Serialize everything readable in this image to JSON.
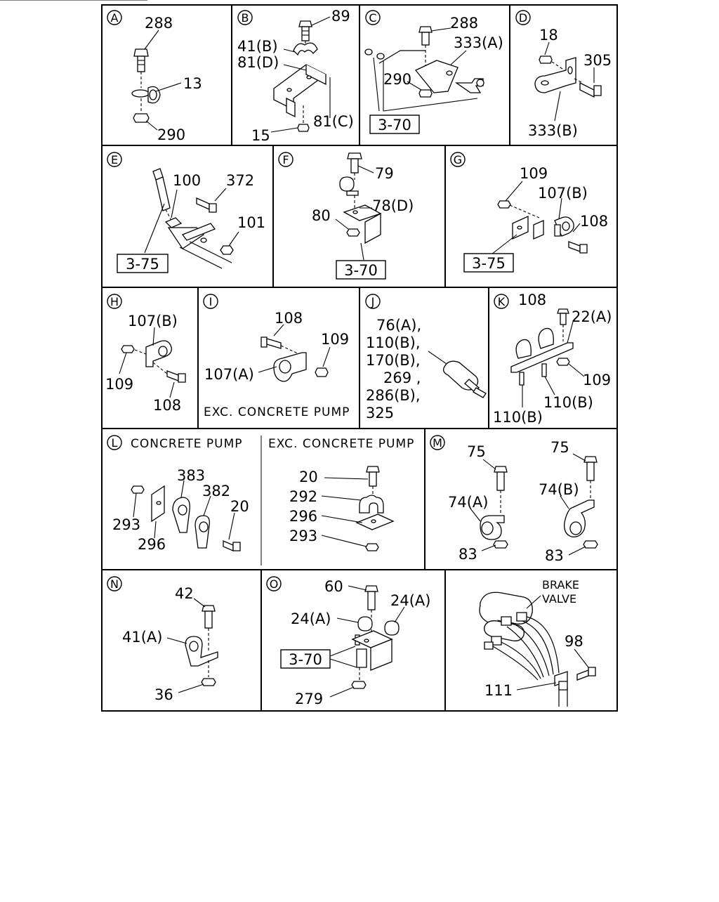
{
  "panels": {
    "A": {
      "letter": "A",
      "labels": [
        "288",
        "13",
        "290"
      ]
    },
    "B": {
      "letter": "B",
      "labels": [
        "89",
        "41(B)",
        "81(D)",
        "81(C)",
        "15"
      ]
    },
    "C": {
      "letter": "C",
      "labels": [
        "288",
        "333(A)",
        "290"
      ],
      "ref": "3-70"
    },
    "D": {
      "letter": "D",
      "labels": [
        "18",
        "305",
        "333(B)"
      ]
    },
    "E": {
      "letter": "E",
      "labels": [
        "100",
        "372",
        "101"
      ],
      "ref": "3-75"
    },
    "F": {
      "letter": "F",
      "labels": [
        "79",
        "78(D)",
        "80"
      ],
      "ref": "3-70"
    },
    "G": {
      "letter": "G",
      "labels": [
        "109",
        "107(B)",
        "108"
      ],
      "ref": "3-75"
    },
    "H": {
      "letter": "H",
      "labels": [
        "107(B)",
        "109",
        "108"
      ]
    },
    "I": {
      "letter": "I",
      "labels": [
        "108",
        "109",
        "107(A)"
      ],
      "note": "EXC. CONCRETE PUMP"
    },
    "J": {
      "letter": "J",
      "labels": [
        "76(A),",
        "110(B),",
        "170(B),",
        "269 ,",
        "286(B),",
        "325"
      ]
    },
    "K": {
      "letter": "K",
      "labels": [
        "108",
        "22(A)",
        "109",
        "110(B)",
        "110(B)"
      ]
    },
    "L": {
      "letter": "L",
      "note_left": "CONCRETE PUMP",
      "note_right": "EXC. CONCRETE PUMP",
      "labels_left": [
        "383",
        "382",
        "293",
        "20",
        "296"
      ],
      "labels_right": [
        "20",
        "292",
        "296",
        "293"
      ]
    },
    "M": {
      "letter": "M",
      "labels": [
        "75",
        "75",
        "74(A)",
        "74(B)",
        "83",
        "83"
      ]
    },
    "N": {
      "letter": "N",
      "labels": [
        "42",
        "41(A)",
        "36"
      ]
    },
    "O": {
      "letter": "O",
      "labels": [
        "60",
        "24(A)",
        "24(A)",
        "279"
      ],
      "ref": "3-70"
    },
    "P": {
      "caption": [
        "BRAKE",
        "VALVE"
      ],
      "labels": [
        "98",
        "111"
      ]
    }
  }
}
